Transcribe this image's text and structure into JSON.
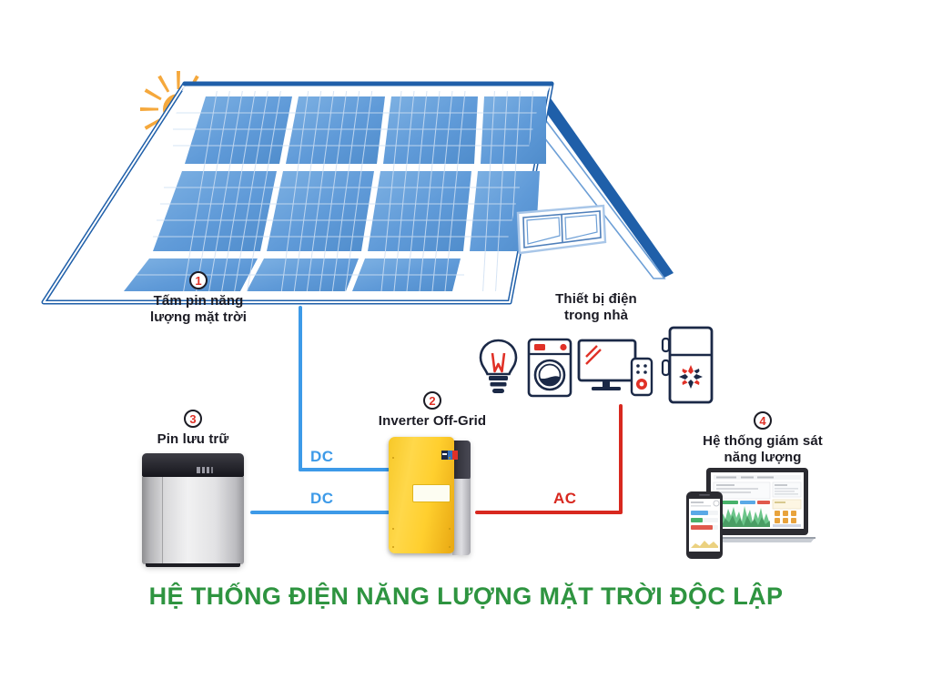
{
  "title": "HỆ THỐNG ĐIỆN NĂNG LƯỢNG MẶT TRỜI ĐỘC LẬP",
  "colors": {
    "title_green": "#2e9440",
    "dc_blue": "#3d9ae8",
    "ac_red": "#d8281f",
    "badge_number_red": "#e03127",
    "badge_ring": "#1b1b24",
    "sun_orange": "#f5a83c",
    "panel_blue": "#5b9bd5",
    "roof_blue": "#1f5fa9",
    "inverter_yellow": "#ffcf2e",
    "appliance_navy": "#1b2947",
    "appliance_red": "#e03127"
  },
  "nodes": [
    {
      "number": "1",
      "label": "Tấm pin năng\nlượng mặt trời",
      "name": "solar-panel"
    },
    {
      "number": "2",
      "label": "Inverter Off-Grid",
      "name": "inverter"
    },
    {
      "number": "3",
      "label": "Pin lưu trữ",
      "name": "battery"
    },
    {
      "number": "4",
      "label": "Hệ thống giám sát\nnăng lượng",
      "name": "monitoring"
    }
  ],
  "appliances_group": {
    "label": "Thiết bị điện\ntrong nhà",
    "items": [
      "light-bulb",
      "washing-machine",
      "television",
      "remote-control",
      "refrigerator"
    ]
  },
  "wires": [
    {
      "name": "dc-from-panel",
      "label": "DC",
      "type": "DC",
      "color": "#3d9ae8"
    },
    {
      "name": "dc-from-battery",
      "label": "DC",
      "type": "DC",
      "color": "#3d9ae8"
    },
    {
      "name": "ac-to-appliances",
      "label": "AC",
      "type": "AC",
      "color": "#d8281f"
    }
  ],
  "icons": {
    "sun": "sun-icon",
    "window": "house-window-icon"
  }
}
